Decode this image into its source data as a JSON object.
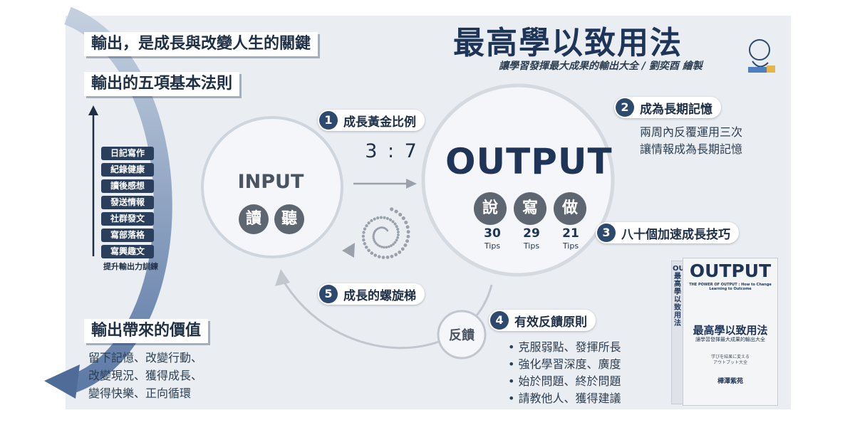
{
  "title": "最高學以致用法",
  "subtitle": "讓學習發揮最大成果的輸出大全 / 劉奕酉 繪製",
  "left_panel": {
    "heading_main": "輸出，是成長與改變人生的關鍵",
    "heading_rules": "輸出的五項基本法則",
    "training_items": [
      "日記寫作",
      "紀錄健康",
      "讀後感想",
      "發送情報",
      "社群發文",
      "寫部落格",
      "寫興趣文"
    ],
    "training_label": "提升輸出力訓練",
    "value_heading": "輸出帶來的價值",
    "value_lines": [
      "留下記憶、改變行動、",
      "改變現況、獲得成長、",
      "變得快樂、正向循環"
    ]
  },
  "input": {
    "word": "INPUT",
    "actions": [
      "讀",
      "聽"
    ]
  },
  "output": {
    "word": "OUTPUT",
    "actions": [
      "說",
      "寫",
      "做"
    ],
    "tips": [
      {
        "count": "30",
        "label": "Tips"
      },
      {
        "count": "29",
        "label": "Tips"
      },
      {
        "count": "21",
        "label": "Tips"
      }
    ]
  },
  "rules": [
    {
      "num": "1",
      "label": "成長黃金比例"
    },
    {
      "num": "2",
      "label": "成為長期記憶"
    },
    {
      "num": "3",
      "label": "八十個加速成長技巧"
    },
    {
      "num": "4",
      "label": "有效反饋原則"
    },
    {
      "num": "5",
      "label": "成長的螺旋梯"
    }
  ],
  "ratio": "3 : 7",
  "rule2_desc": [
    "兩周內反覆運用三次",
    "讓情報成為長期記憶"
  ],
  "feedback_word": "反饋",
  "rule4_bullets": [
    "克服弱點、發揮所長",
    "強化學習深度、廣度",
    "始於問題、終於問題",
    "請教他人、獲得建議"
  ],
  "book": {
    "title_en": "OUTPUT",
    "subtitle_en": "THE POWER OF OUTPUT : How to Change Learning to Outcome",
    "title_cn": "最高學以致用法",
    "subtitle_cn": "讓學習發揮最大成果的輸出大全",
    "jp_lines": [
      "学びを結果に変える",
      "アウトプット大全"
    ],
    "author": "樺澤紫苑",
    "spine": "OUTPUT 最高學以致用法"
  },
  "colors": {
    "navy": "#1f3557",
    "badge": "#2d4a6e",
    "disc": "#5e6672",
    "panel": "#eaeef3"
  }
}
